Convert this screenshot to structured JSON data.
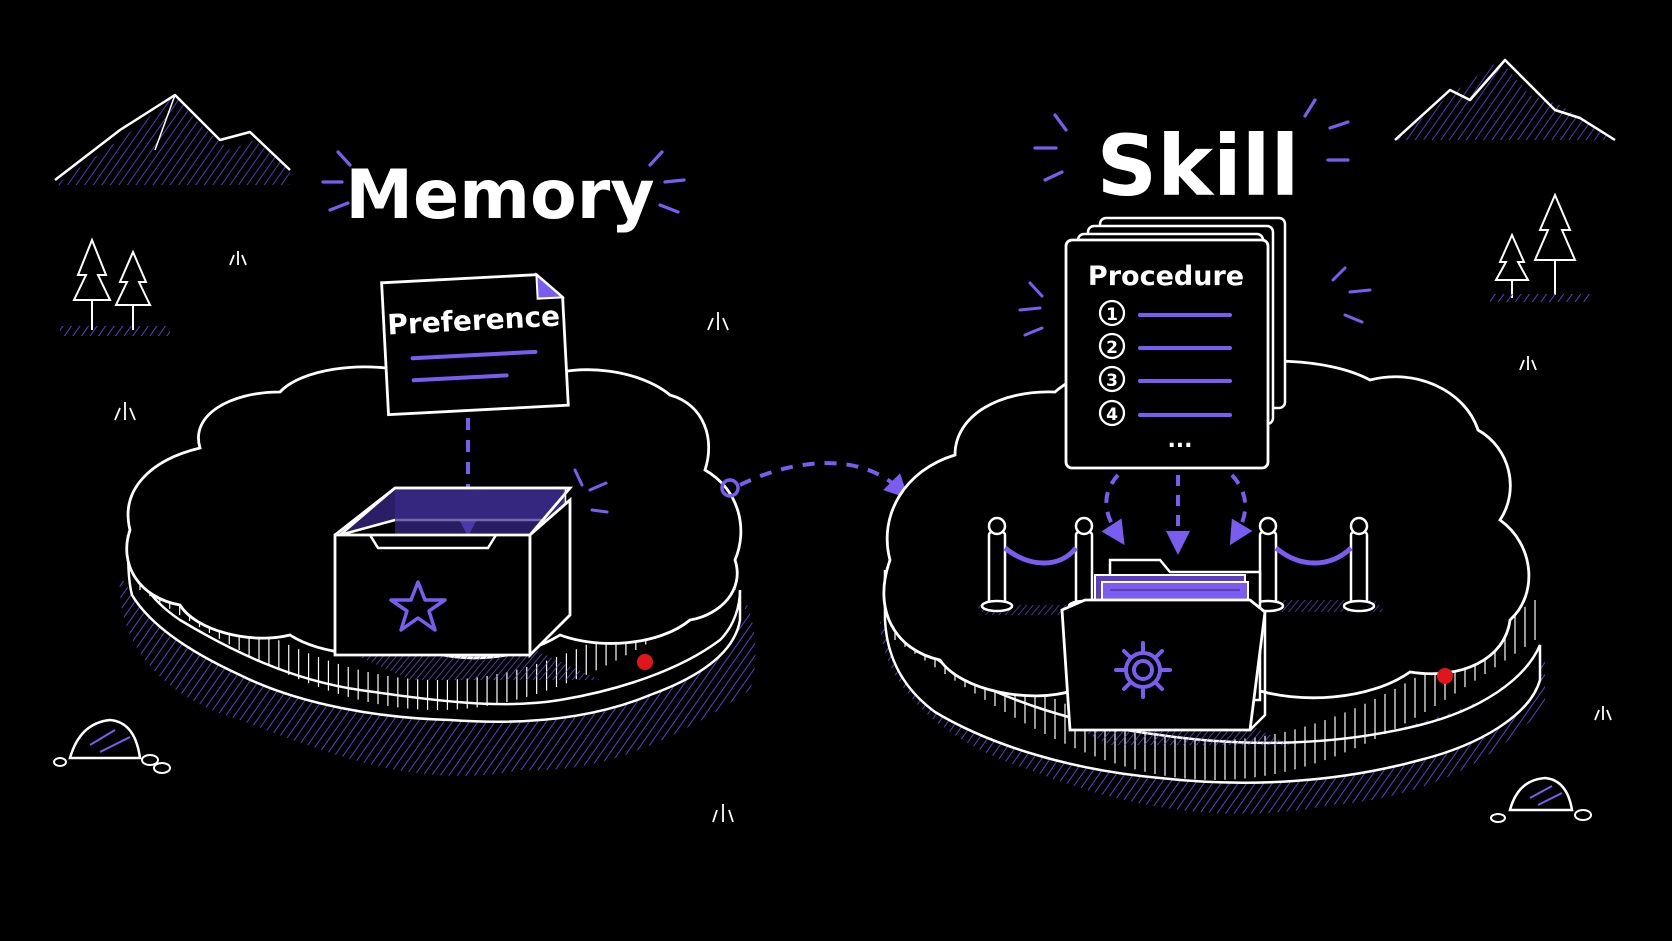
{
  "memory": {
    "title": "Memory",
    "card_label": "Preference"
  },
  "skill": {
    "title": "Skill",
    "card_label": "Procedure",
    "steps": [
      "1",
      "2",
      "3",
      "4"
    ],
    "ellipsis": "..."
  },
  "colors": {
    "background": "#000000",
    "line": "#ffffff",
    "accent": "#7b5cf0",
    "marker": "#e0161b"
  },
  "icons": {
    "memory_box": "star-icon",
    "skill_folder": "gear-icon"
  }
}
